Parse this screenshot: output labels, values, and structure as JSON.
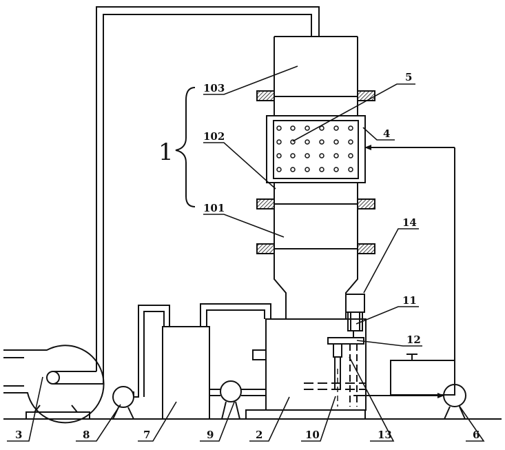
{
  "labels": {
    "n1": "1",
    "n2": "2",
    "n3": "3",
    "n4": "4",
    "n5": "5",
    "n6": "6",
    "n7": "7",
    "n8": "8",
    "n9": "9",
    "n10": "10",
    "n11": "11",
    "n12": "12",
    "n13": "13",
    "n14": "14",
    "n101": "101",
    "n102": "102",
    "n103": "103"
  }
}
